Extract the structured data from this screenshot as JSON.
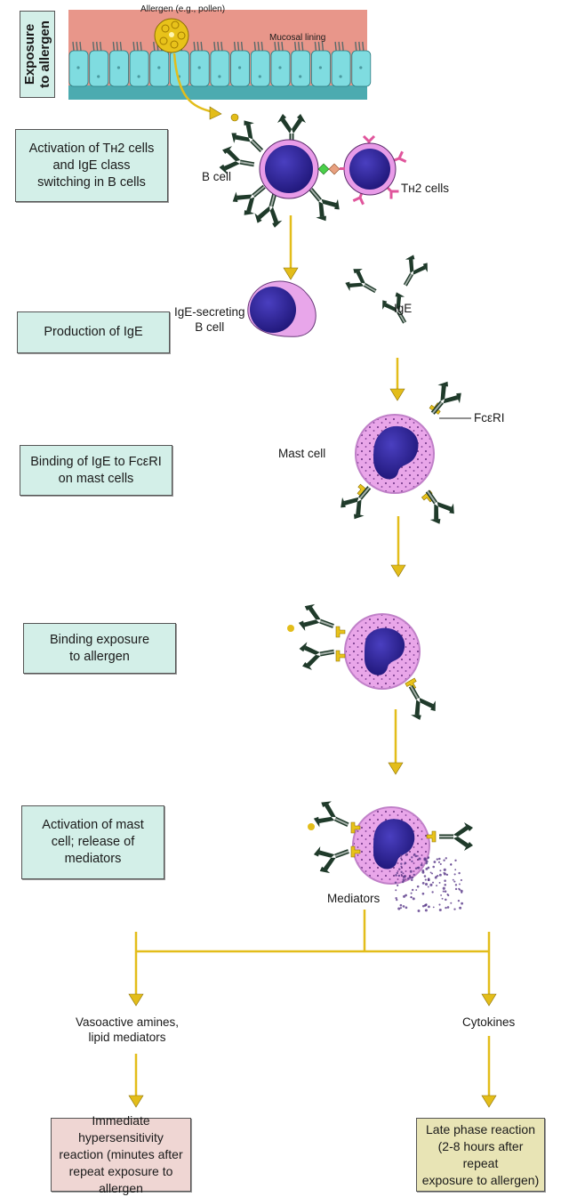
{
  "steps": [
    {
      "id": "exposure",
      "label": "Exposure to allergen",
      "line1": "Exposure",
      "line2": "to allergen"
    },
    {
      "id": "activation-th2",
      "label": "Activation of TH2 cells and IgE class switching in B cells",
      "lines": [
        "Activation of Tʜ2 cells",
        "and IgE class",
        "switching in B cells"
      ]
    },
    {
      "id": "production-ige",
      "label": "Production of IgE",
      "lines": [
        "Production of IgE"
      ]
    },
    {
      "id": "binding-fceri",
      "label": "Binding of IgE to FcεRI on mast cells",
      "lines": [
        "Binding of IgE to FcεRI",
        "on mast cells"
      ]
    },
    {
      "id": "binding-exposure",
      "label": "Binding exposure to allergen",
      "lines": [
        "Binding exposure",
        "to allergen"
      ]
    },
    {
      "id": "activation-mast",
      "label": "Activation of mast cell; release of mediators",
      "lines": [
        "Activation of mast",
        "cell; release of",
        "mediators"
      ]
    }
  ],
  "outcomes": {
    "immediate": {
      "lines": [
        "Immediate hypersensitivity",
        "reaction (minutes after",
        "repeat exposure to allergen"
      ],
      "color": "#efd6d3"
    },
    "late": {
      "lines": [
        "Late phase reaction",
        "(2-8 hours after repeat",
        "exposure to allergen)"
      ],
      "color": "#e8e4b5"
    }
  },
  "labels": {
    "allergen": "Allergen (e.g., pollen)",
    "mucosal": "Mucosal lining",
    "b_cell": "B cell",
    "th2_cells": "Tʜ2 cells",
    "ige_secreting_1": "IgE-secreting",
    "ige_secreting_2": "B cell",
    "ige": "IgE",
    "mast_cell": "Mast cell",
    "fceri": "FcεRI",
    "mediators": "Mediators",
    "vasoactive_1": "Vasoactive amines,",
    "vasoactive_2": "lipid mediators",
    "cytokines": "Cytokines"
  },
  "colors": {
    "step_box": "#d3efe8",
    "arrow": "#e3bd1a",
    "mucosa": "#e8968a",
    "epithelium": "#7fdce0",
    "cell_membrane": "#e89be8",
    "nucleus": "#2a1f8f",
    "antibody": "#1f3a2a",
    "th2_receptor": "#e0559c"
  }
}
